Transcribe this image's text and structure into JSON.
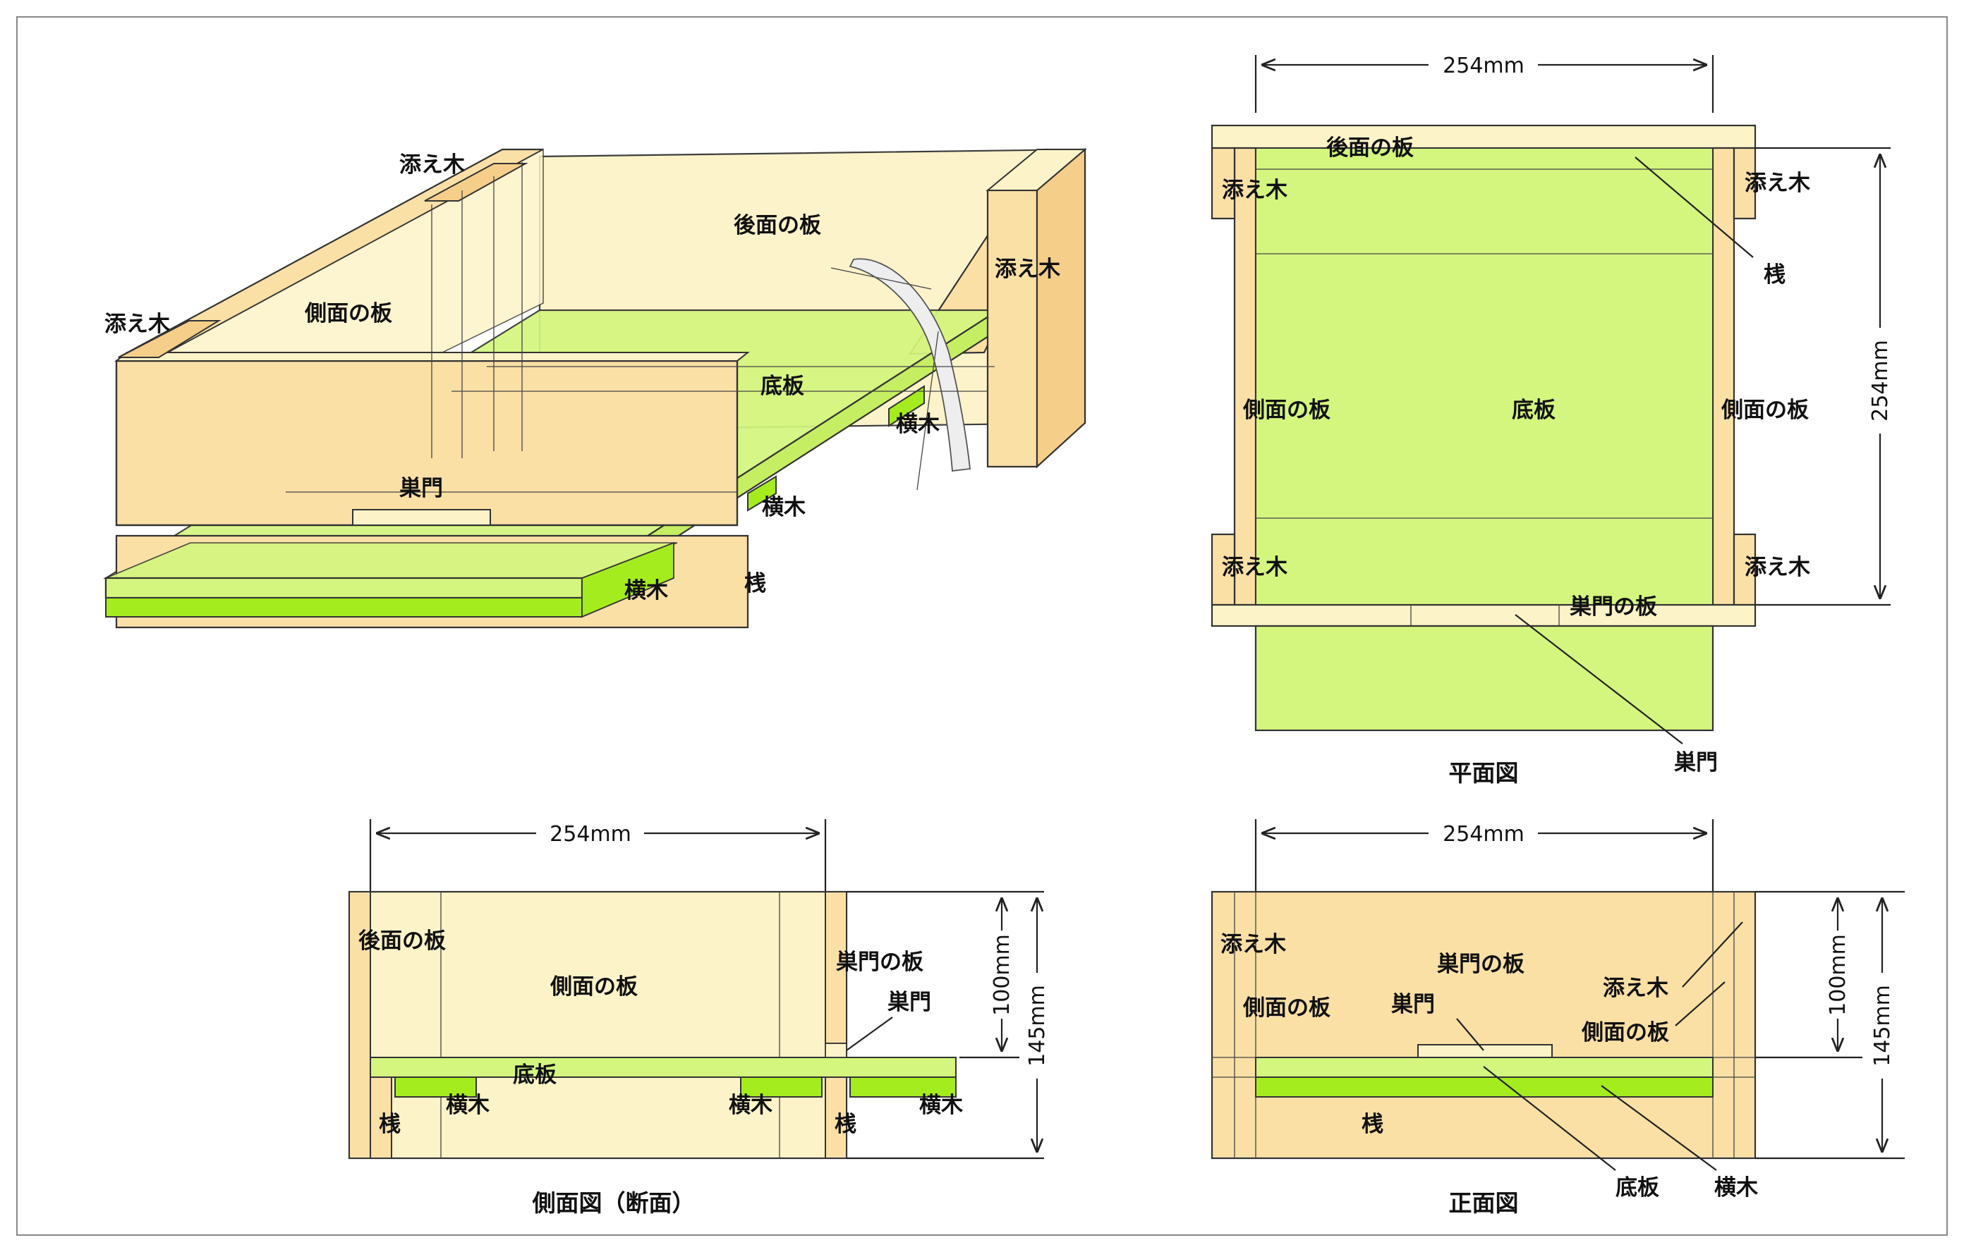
{
  "colors": {
    "side_board": "#fbe0a6",
    "side_board_light": "#fdf3c8",
    "floor_board": "#d4f67e",
    "cross_bar": "#a5ec1f",
    "outline": "#222222",
    "frame": "#888888"
  },
  "iso_view": {
    "labels": {
      "soe_top": "添え木",
      "soe_left": "添え木",
      "soe_right": "添え木",
      "back_board": "後面の板",
      "side_board": "側面の板",
      "floor": "底板",
      "yokogi_right": "横木",
      "yokogi_mid": "横木",
      "yokogi_front": "横木",
      "entrance": "巣門",
      "sun": "桟"
    }
  },
  "plan_view": {
    "caption": "平面図",
    "width_dim": "254mm",
    "depth_dim": "254mm",
    "labels": {
      "back_board": "後面の板",
      "soe_tl": "添え木",
      "soe_tr": "添え木",
      "soe_bl": "添え木",
      "soe_br": "添え木",
      "sun": "桟",
      "side_left": "側面の板",
      "side_right": "側面の板",
      "floor": "底板",
      "entrance_board": "巣門の板",
      "entrance": "巣門"
    }
  },
  "side_view": {
    "caption": "側面図（断面）",
    "width_dim": "254mm",
    "height_box_dim": "100mm",
    "height_total_dim": "145mm",
    "labels": {
      "back_board": "後面の板",
      "side_board": "側面の板",
      "entrance_board": "巣門の板",
      "entrance": "巣門",
      "floor": "底板",
      "sun_left": "桟",
      "yokogi_1": "横木",
      "yokogi_2": "横木",
      "sun_right": "桟",
      "yokogi_3": "横木"
    }
  },
  "front_view": {
    "caption": "正面図",
    "width_dim": "254mm",
    "height_box_dim": "100mm",
    "height_total_dim": "145mm",
    "labels": {
      "soe_left": "添え木",
      "entrance_board": "巣門の板",
      "side_left": "側面の板",
      "entrance": "巣門",
      "soe_right": "添え木",
      "side_right": "側面の板",
      "sun": "桟",
      "floor": "底板",
      "yokogi": "横木"
    }
  }
}
